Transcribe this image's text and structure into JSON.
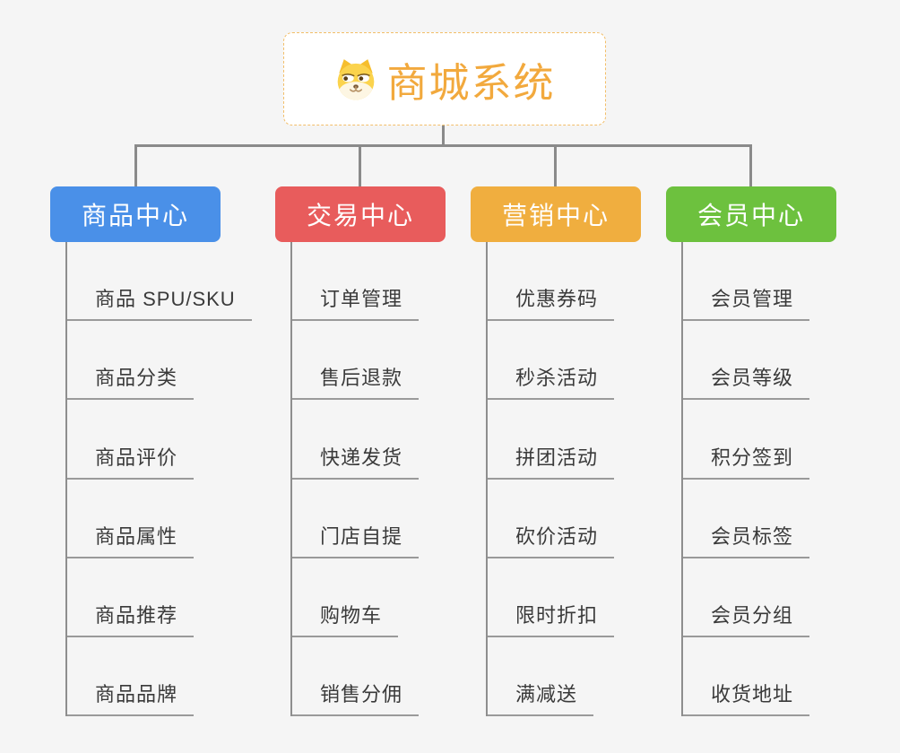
{
  "diagram_title": "商城系统",
  "root": {
    "label": "商城系统",
    "icon": "doge-face-icon",
    "text_color": "#f2a93d",
    "border_color": "#f2be69"
  },
  "connector_color": "#8a8a8a",
  "branches": [
    {
      "label": "商品中心",
      "color": "#4a90e8",
      "children": [
        "商品 SPU/SKU",
        "商品分类",
        "商品评价",
        "商品属性",
        "商品推荐",
        "商品品牌"
      ]
    },
    {
      "label": "交易中心",
      "color": "#e85c5c",
      "children": [
        "订单管理",
        "售后退款",
        "快递发货",
        "门店自提",
        "购物车",
        "销售分佣"
      ]
    },
    {
      "label": "营销中心",
      "color": "#f0ae3f",
      "children": [
        "优惠券码",
        "秒杀活动",
        "拼团活动",
        "砍价活动",
        "限时折扣",
        "满减送"
      ]
    },
    {
      "label": "会员中心",
      "color": "#6dc13e",
      "children": [
        "会员管理",
        "会员等级",
        "积分签到",
        "会员标签",
        "会员分组",
        "收货地址"
      ]
    }
  ]
}
